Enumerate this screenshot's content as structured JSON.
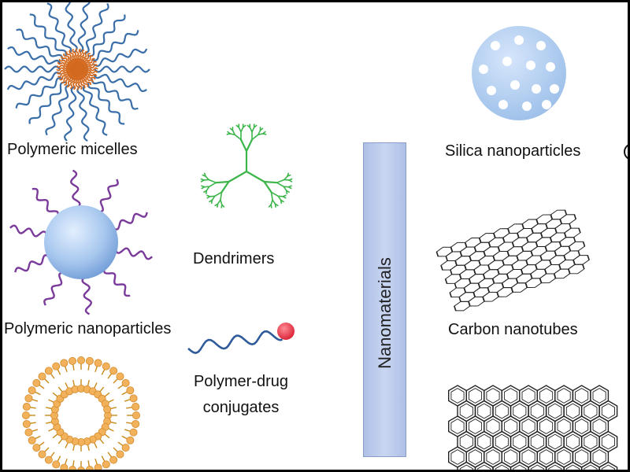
{
  "labels": {
    "polymeric_micelles": "Polymeric micelles",
    "dendrimers": "Dendrimers",
    "polymeric_nanoparticles": "Polymeric nanoparticles",
    "polymer_drug_conjugates_line1": "Polymer-drug",
    "polymer_drug_conjugates_line2": "conjugates",
    "nanomaterials": "Nanomaterials",
    "silica_nanoparticles": "Silica nanoparticles",
    "carbon_nanotubes": "Carbon nanotubes"
  },
  "colors": {
    "micelle_tail": "#3a6ea8",
    "micelle_core": "#d2691e",
    "dendrimer": "#3cb54a",
    "particle_blue": "#9cc0ea",
    "polymer_purple": "#7a3b9a",
    "drug_red": "#e03040",
    "liposome_head": "#f2b25c",
    "liposome_tail": "#c98a1a",
    "carbon_line": "#222222"
  }
}
